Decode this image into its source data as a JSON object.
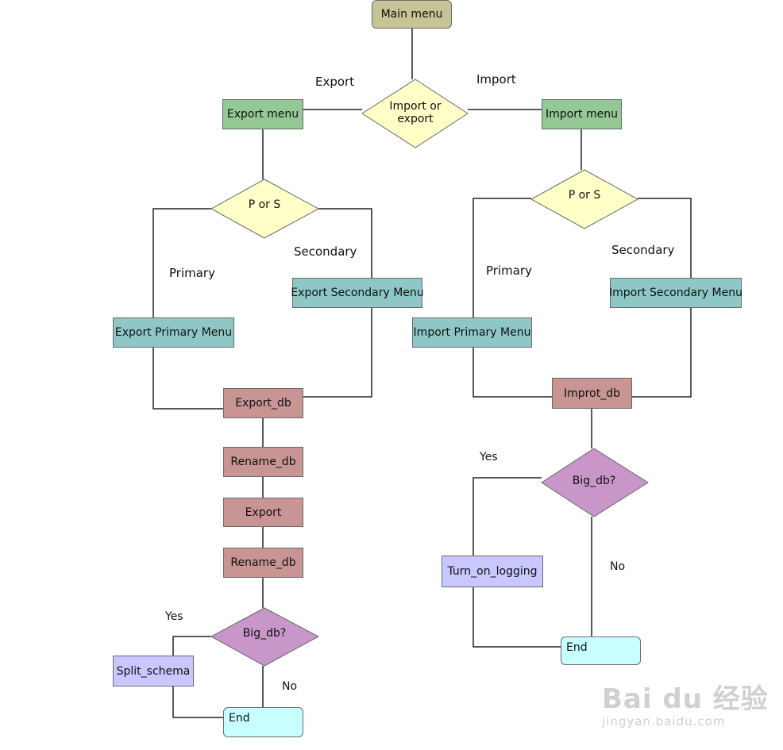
{
  "nodes": {
    "main_menu": "Main menu",
    "import_or_export": "Import or export",
    "export_menu": "Export menu",
    "import_menu": "Import menu",
    "export_p_or_s": "P or S",
    "import_p_or_s": "P or S",
    "export_secondary_menu": "Export Secondary Menu",
    "export_primary_menu": "Export Primary Menu",
    "import_primary_menu": "Import Primary Menu",
    "import_secondary_menu": "Import Secondary Menu",
    "export_db": "Export_db",
    "rename_db_1": "Rename_db",
    "export_step": "Export",
    "rename_db_2": "Rename_db",
    "export_big_db": "Big_db?",
    "split_schema": "Split_schema",
    "export_end": "End",
    "improt_db": "Improt_db",
    "import_big_db": "Big_db?",
    "turn_on_logging": "Turn_on_logging",
    "import_end": "End"
  },
  "edge_labels": {
    "export": "Export",
    "import": "Import",
    "export_primary": "Primary",
    "export_secondary": "Secondary",
    "import_primary": "Primary",
    "import_secondary": "Secondary",
    "export_yes": "Yes",
    "export_no": "No",
    "import_yes": "Yes",
    "import_no": "No"
  },
  "watermark": {
    "brand": "Bai du 经验",
    "url": "jingyan.baidu.com"
  },
  "colors": {
    "start": "#c6c394",
    "decision": "#ffffc8",
    "menu": "#94c894",
    "submenu": "#8fc6c6",
    "process": "#c89494",
    "question": "#c896c8",
    "side_action": "#c8c8ff",
    "end": "#c8ffff"
  }
}
